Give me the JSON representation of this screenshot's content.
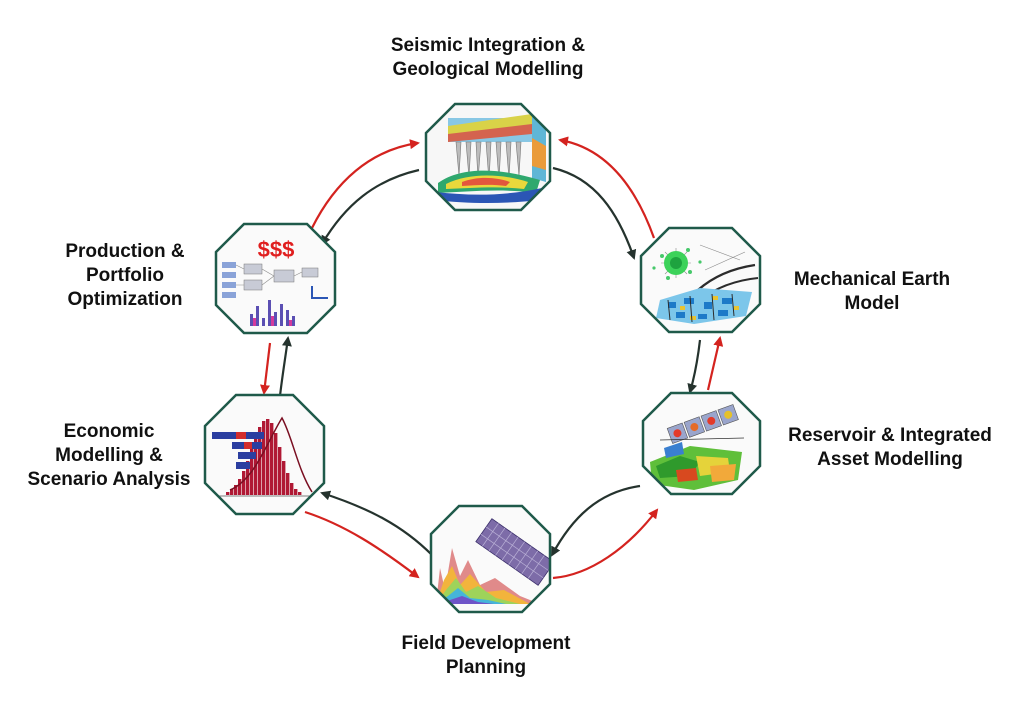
{
  "colors": {
    "frame_border": "#1f5a4a",
    "arrow_red": "#d4231f",
    "arrow_dark": "#25332e",
    "money_red": "#e01e1e",
    "dist_red": "#b01834",
    "bar_blue": "#2b3ea0"
  },
  "stages": [
    {
      "id": "seismic",
      "icon": "seismic-3d-model-icon",
      "label_lines": [
        "Seismic Integration &",
        "Geological Modelling"
      ]
    },
    {
      "id": "mechanical",
      "icon": "mechanical-earth-model-icon",
      "label_lines": [
        "Mechanical Earth",
        "Model"
      ]
    },
    {
      "id": "reservoir",
      "icon": "reservoir-simulation-icon",
      "label_lines": [
        "Reservoir & Integrated",
        "Asset Modelling"
      ]
    },
    {
      "id": "field",
      "icon": "production-profiles-icon",
      "label_lines": [
        "Field Development",
        "Planning"
      ]
    },
    {
      "id": "economic",
      "icon": "probability-distribution-icon",
      "label_lines": [
        "Economic",
        "Modelling &",
        "Scenario Analysis"
      ]
    },
    {
      "id": "production",
      "icon": "portfolio-optimization-icon",
      "label_lines": [
        "Production &",
        "Portfolio",
        "Optimization"
      ],
      "money_text": "$$$"
    }
  ]
}
